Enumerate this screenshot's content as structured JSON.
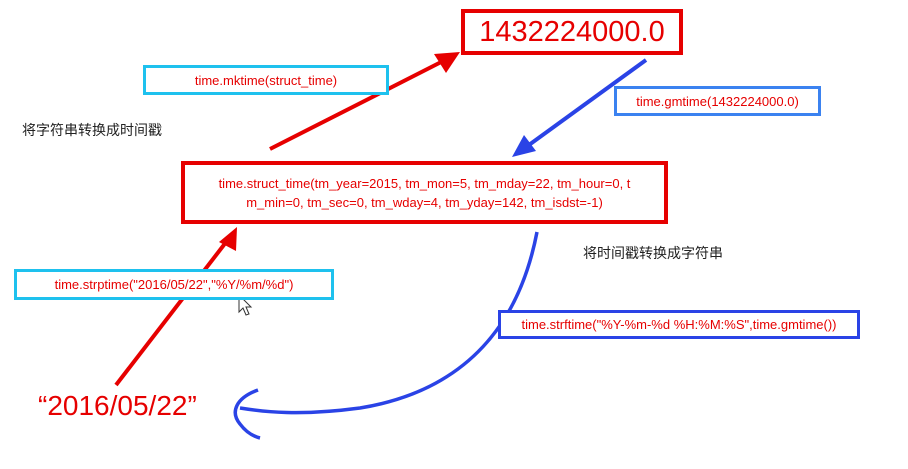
{
  "nodes": {
    "timestamp": "1432224000.0",
    "struct_time_line1": "time.struct_time(tm_year=2015, tm_mon=5, tm_mday=22, tm_hour=0, t",
    "struct_time_line2": "m_min=0, tm_sec=0, tm_wday=4, tm_yday=142, tm_isdst=-1)",
    "date_string": "“2016/05/22”"
  },
  "edges": {
    "mktime": "time.mktime(struct_time)",
    "gmtime": "time.gmtime(1432224000.0)",
    "strptime": "time.strptime(\"2016/05/22\",\"%Y/%m/%d\")",
    "strftime": "time.strftime(\"%Y-%m-%d %H:%M:%S\",time.gmtime())"
  },
  "labels": {
    "string_to_time": "将字符串转换成时间戳",
    "time_to_string": "将时间戳转换成字符串"
  },
  "colors": {
    "red": "#e60000",
    "blue": "#2a43e6",
    "cyan": "#1ec1ee",
    "light_blue": "#3b82f0"
  },
  "icons": {
    "cursor": "mouse-pointer-icon"
  }
}
